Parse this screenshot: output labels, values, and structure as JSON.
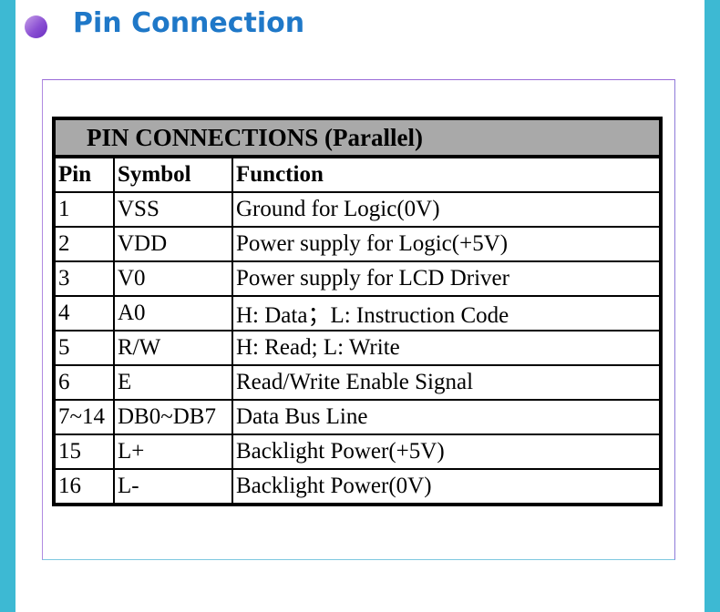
{
  "header": {
    "title": "Pin Connection"
  },
  "table": {
    "caption": "PIN  CONNECTIONS (Parallel)",
    "columns": [
      "Pin",
      "Symbol",
      "Function"
    ],
    "rows": [
      {
        "pin": "1",
        "symbol": "VSS",
        "function": "Ground for Logic(0V)"
      },
      {
        "pin": "2",
        "symbol": "VDD",
        "function": "Power supply for Logic(+5V)"
      },
      {
        "pin": "3",
        "symbol": "V0",
        "function": "Power supply for LCD Driver"
      },
      {
        "pin": "4",
        "symbol": "A0",
        "function": "H: Data；L: Instruction Code"
      },
      {
        "pin": "5",
        "symbol": "R/W",
        "function": "H: Read;  L: Write"
      },
      {
        "pin": "6",
        "symbol": "E",
        "function": "Read/Write Enable Signal"
      },
      {
        "pin": "7~14",
        "symbol": "DB0~DB7",
        "function": "Data Bus Line"
      },
      {
        "pin": "15",
        "symbol": "L+",
        "function": "Backlight Power(+5V)"
      },
      {
        "pin": "16",
        "symbol": "L-",
        "function": "Backlight Power(0V)"
      }
    ]
  },
  "colors": {
    "side_bar": "#3db9d3",
    "title": "#1f78c8",
    "caption_bg": "#a9a9a9",
    "frame_border": "#9a6bd8"
  }
}
